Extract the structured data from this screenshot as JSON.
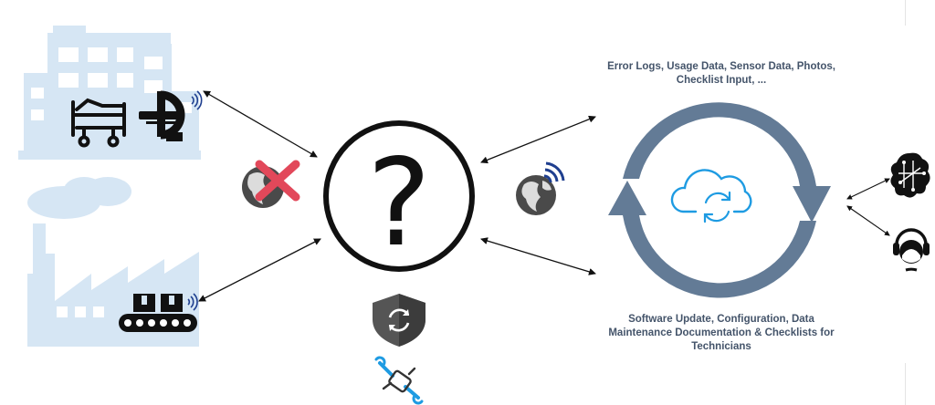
{
  "captions": {
    "upload": [
      "Error Logs, Usage Data, Sensor Data, Photos,",
      "Checklist Input, ..."
    ],
    "download": [
      "Software Update, Configuration, Data",
      "Maintenance Documentation & Checklists for",
      "Technicians"
    ]
  },
  "symbols": {
    "question": "?"
  },
  "colors": {
    "building": "#d6e6f4",
    "cycle": "#637b96",
    "cloud": "#1e9be2",
    "cross": "#e2485a",
    "dark": "#111111",
    "caption": "#44546a",
    "wireless": "#1f3f8f"
  },
  "icons": {
    "hospital": "hospital-building-icon",
    "bed": "hospital-bed-icon",
    "scanner": "mri-scanner-icon",
    "factory": "factory-icon",
    "conveyor": "conveyor-belt-icon",
    "globe_offline": "globe-offline-icon",
    "globe_online": "globe-wireless-icon",
    "shield": "shield-sync-icon",
    "wrench": "wrench-connector-icon",
    "cloud": "cloud-sync-icon",
    "ai": "ai-brain-icon",
    "support": "support-agent-icon"
  }
}
